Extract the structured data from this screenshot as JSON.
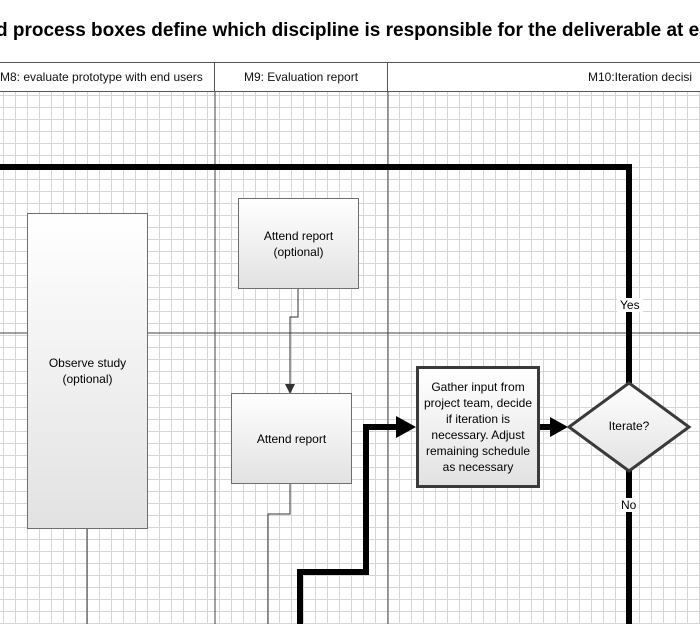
{
  "title": "d process boxes define which discipline is responsible for the deliverable at each pha",
  "columns": [
    {
      "label": "M8: evaluate prototype with end users"
    },
    {
      "label": "M9: Evaluation report"
    },
    {
      "label": "M10:Iteration decisi"
    }
  ],
  "boxes": {
    "observe_study": "Observe study\n(optional)",
    "attend_report_optional": "Attend report\n(optional)",
    "attend_report": "Attend report",
    "gather_input": "Gather input from project team, decide if iteration is necessary. Adjust remaining schedule as necessary"
  },
  "decision": {
    "label": "Iterate?",
    "yes_label": "Yes",
    "no_label": "No"
  }
}
